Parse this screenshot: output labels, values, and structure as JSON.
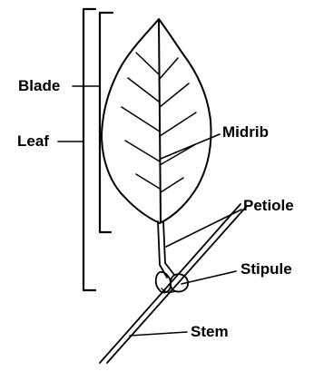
{
  "labels": {
    "blade": "Blade",
    "leaf": "Leaf",
    "midrib": "Midrib",
    "petiole": "Petiole",
    "stipule": "Stipule",
    "stem": "Stem"
  },
  "colors": {
    "ink": "#000000",
    "background": "#ffffff"
  }
}
